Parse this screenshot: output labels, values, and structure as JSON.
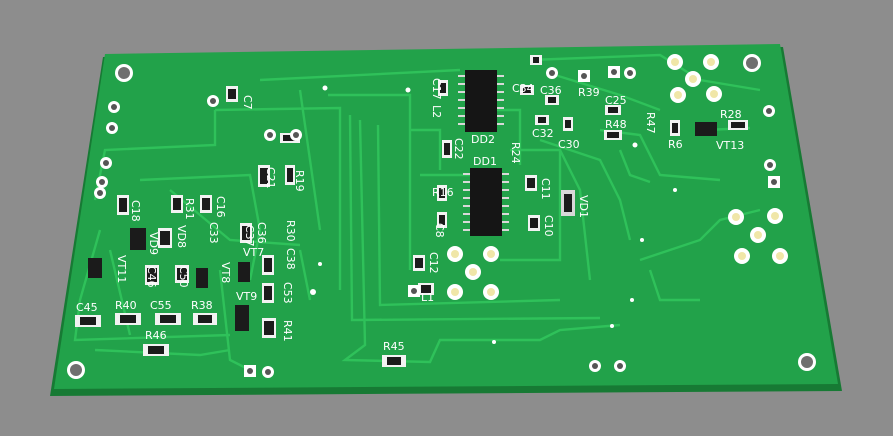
{
  "colors": {
    "background": "#8d8d8d",
    "board": "#22a24a",
    "board_edge": "#177a34",
    "trace": "#2fc15a",
    "silk": "#ffffff",
    "ic_body": "#151515",
    "pad_gold": "#f0e6a8"
  },
  "labels": {
    "c7": "C7",
    "c17": "C17",
    "l2": "L2",
    "c34": "C34",
    "c36": "C36",
    "r39": "R39",
    "c25": "C25",
    "r28": "R28",
    "dd2": "DD2",
    "c32": "C32",
    "c30": "C30",
    "r48": "R48",
    "r47": "R47",
    "r6": "R6",
    "vt13": "VT13",
    "c22": "C22",
    "r24": "R24",
    "dd1": "DD1",
    "c11": "C11",
    "r16": "R16",
    "vd1": "VD1",
    "c8": "C8",
    "c10": "C10",
    "c12": "C12",
    "l1": "L1",
    "c21": "C21",
    "r19": "R19",
    "c18": "C18",
    "r31": "R31",
    "vd8": "VD8",
    "c16": "C16",
    "c33": "C33",
    "vd9": "VD9",
    "c37": "C37",
    "c36b": "C36",
    "r30": "R30",
    "c38": "C38",
    "vt7": "VT7",
    "vt11": "VT11",
    "c46": "C46",
    "c50": "C50",
    "vt8": "VT8",
    "vt9": "VT9",
    "c53": "C53",
    "r41": "R41",
    "c45": "C45",
    "r40": "R40",
    "c55": "C55",
    "r38": "R38",
    "r46": "R46",
    "r45": "R45"
  }
}
